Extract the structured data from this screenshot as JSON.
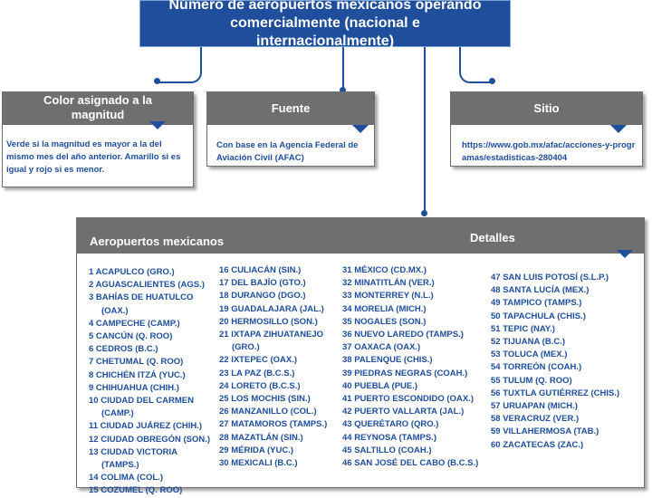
{
  "title": "Número de aeropuertos mexicanos operando comercialmente (nacional e internacionalmente)",
  "color_box": {
    "header": "Color asignado a la magnitud",
    "body": "Verde si la magnitud es mayor a la del mismo mes del año anterior. Amarillo si es igual y rojo si es menor."
  },
  "fuente_box": {
    "header": "Fuente",
    "body": "Con base en la Agencia Federal de Aviación Civil (AFAC)"
  },
  "sitio_box": {
    "header": "Sitio",
    "body": "https://www.gob.mx/afac/acciones-y-programas/estadisticas-280404"
  },
  "airports_box": {
    "header_left": "Aeropuertos mexicanos",
    "header_right": "Detalles",
    "columns": [
      [
        "1 ACAPULCO (GRO.)",
        "2 AGUASCALIENTES (AGS.)",
        "3 BAHÍAS DE HUATULCO",
        "(OAX.)",
        "4 CAMPECHE (CAMP.)",
        "5 CANCÚN (Q. ROO)",
        "6 CEDROS (B.C.)",
        "7 CHETUMAL (Q. ROO)",
        "8 CHICHÉN ITZÁ (YUC.)",
        "9 CHIHUAHUA (CHIH.)",
        "10 CIUDAD DEL CARMEN",
        "(CAMP.)",
        "11 CIUDAD JUÁREZ (CHIH.)",
        "12 CIUDAD OBREGÓN (SON.)",
        "13 CIUDAD VICTORIA",
        "(TAMPS.)",
        "14 COLIMA (COL.)",
        "15 COZUMEL (Q. ROO)"
      ],
      [
        "16 CULIACÁN (SIN.)",
        "17 DEL BAJÍO (GTO.)",
        "18 DURANGO (DGO.)",
        "19 GUADALAJARA (JAL.)",
        "20 HERMOSILLO (SON.)",
        "21 IXTAPA ZIHUATANEJO",
        "(GRO.)",
        "22 IXTEPEC (OAX.)",
        "23 LA PAZ (B.C.S.)",
        "24 LORETO (B.C.S.)",
        "25 LOS MOCHIS (SIN.)",
        "26 MANZANILLO (COL.)",
        "27 MATAMOROS (TAMPS.)",
        "28 MAZATLÁN (SIN.)",
        "29 MÉRIDA (YUC.)",
        "30 MEXICALI (B.C.)"
      ],
      [
        "31 MÉXICO (CD.MX.)",
        "32 MINATITLÁN (VER.)",
        "33 MONTERREY (N.L.)",
        "34 MORELIA (MICH.)",
        "35 NOGALES (SON.)",
        "36 NUEVO LAREDO  (TAMPS.)",
        "37 OAXACA (OAX.)",
        "38 PALENQUE (CHIS.)",
        "39 PIEDRAS NEGRAS (COAH.)",
        "40 PUEBLA (PUE.)",
        "41 PUERTO ESCONDIDO (OAX.)",
        "42 PUERTO VALLARTA (JAL.)",
        "43 QUERÉTARO (QRO.)",
        "44 REYNOSA (TAMPS.)",
        "45 SALTILLO (COAH.)",
        "46 SAN JOSÉ DEL CABO (B.C.S.)"
      ],
      [
        "47 SAN LUIS POTOSÍ (S.L.P.)",
        "48 SANTA LUCÍA (MEX.)",
        "49 TAMPICO (TAMPS.)",
        "50 TAPACHULA (CHIS.)",
        "51 TEPIC (NAY.)",
        "52 TIJUANA (B.C.)",
        "53 TOLUCA (MEX.)",
        "54 TORREÓN (COAH.)",
        "55 TULUM (Q. ROO)",
        "56 TUXTLA GUTIÉRREZ (CHIS.)",
        "57 URUAPAN (MICH.)",
        "58 VERACRUZ (VER.)",
        "59 VILLAHERMOSA (TAB.)",
        "60 ZACATECAS (ZAC.)"
      ]
    ]
  },
  "colors": {
    "accent": "#1e4e9c",
    "header_gray": "#6f6f6f"
  }
}
